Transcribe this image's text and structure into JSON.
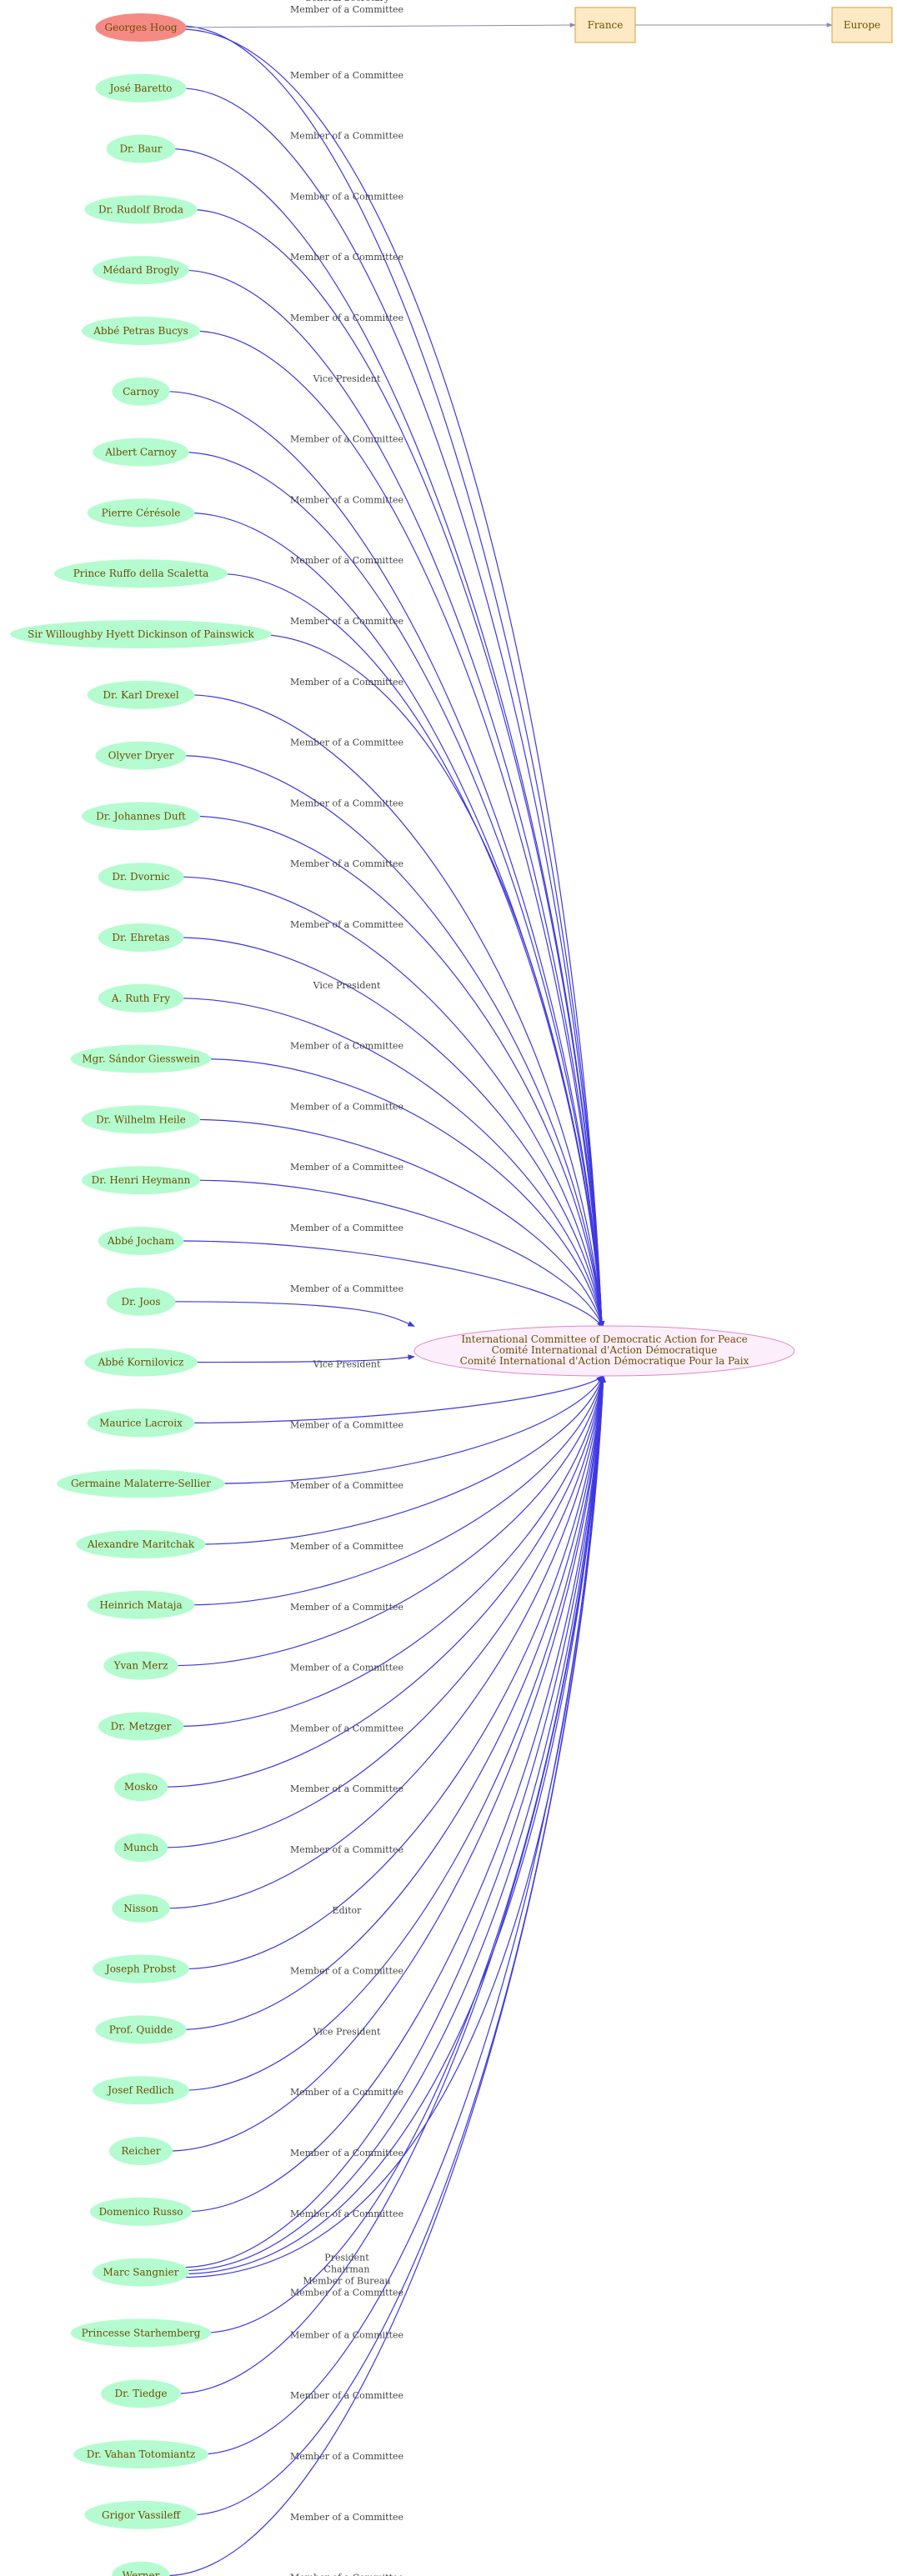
{
  "colors": {
    "person_fill": "#b4fcd0",
    "person_text": "#6b4e00",
    "highlight_fill": "#f58a84",
    "target_fill": "#fdeefb",
    "target_stroke": "#dd88c4",
    "target_text": "#6b4e00",
    "location_fill": "#fde9c4",
    "location_stroke": "#d4a044",
    "edge_membership": "#3d38e0",
    "edge_location": "#8a8ab0"
  },
  "target": {
    "lines": [
      "International Committee of Democratic Action for Peace",
      "Comité International d'Action Démocratique",
      "Comité International d'Action Démocratique Pour la Paix"
    ]
  },
  "locations": [
    {
      "id": "france",
      "label": "France"
    },
    {
      "id": "europe",
      "label": "Europe"
    }
  ],
  "location_edges": [
    {
      "from": "georges",
      "to": "france"
    },
    {
      "from": "france",
      "to": "europe"
    }
  ],
  "people": [
    {
      "id": "georges",
      "name": "Georges Hoog",
      "highlight": true,
      "roles": [
        "General Secretary",
        "Member of a Committee"
      ]
    },
    {
      "id": "baretto",
      "name": "José Baretto",
      "roles": [
        "Member of a Committee"
      ]
    },
    {
      "id": "baur",
      "name": "Dr. Baur",
      "roles": [
        "Member of a Committee"
      ]
    },
    {
      "id": "broda",
      "name": "Dr. Rudolf Broda",
      "roles": [
        "Member of a Committee"
      ]
    },
    {
      "id": "brogly",
      "name": "Médard Brogly",
      "roles": [
        "Member of a Committee"
      ]
    },
    {
      "id": "bucys",
      "name": "Abbé Petras Bucys",
      "roles": [
        "Member of a Committee"
      ]
    },
    {
      "id": "carnoy",
      "name": "Carnoy",
      "roles": [
        "Vice President"
      ]
    },
    {
      "id": "albert-carnoy",
      "name": "Albert Carnoy",
      "roles": [
        "Member of a Committee"
      ]
    },
    {
      "id": "ceresole",
      "name": "Pierre Cérésole",
      "roles": [
        "Member of a Committee"
      ]
    },
    {
      "id": "ruffo",
      "name": "Prince Ruffo della Scaletta",
      "roles": [
        "Member of a Committee"
      ]
    },
    {
      "id": "dickinson",
      "name": "Sir Willoughby Hyett Dickinson of Painswick",
      "roles": [
        "Member of a Committee"
      ]
    },
    {
      "id": "drexel",
      "name": "Dr. Karl Drexel",
      "roles": [
        "Member of a Committee"
      ]
    },
    {
      "id": "dryer",
      "name": "Olyver Dryer",
      "roles": [
        "Member of a Committee"
      ]
    },
    {
      "id": "duft",
      "name": "Dr. Johannes Duft",
      "roles": [
        "Member of a Committee"
      ]
    },
    {
      "id": "dvornic",
      "name": "Dr. Dvornic",
      "roles": [
        "Member of a Committee"
      ]
    },
    {
      "id": "ehretas",
      "name": "Dr. Ehretas",
      "roles": [
        "Member of a Committee"
      ]
    },
    {
      "id": "fry",
      "name": "A. Ruth Fry",
      "roles": [
        "Vice President"
      ]
    },
    {
      "id": "giesswein",
      "name": "Mgr. Sándor Giesswein",
      "roles": [
        "Member of a Committee"
      ]
    },
    {
      "id": "heile",
      "name": "Dr. Wilhelm Heile",
      "roles": [
        "Member of a Committee"
      ]
    },
    {
      "id": "heymann",
      "name": "Dr. Henri Heymann",
      "roles": [
        "Member of a Committee"
      ]
    },
    {
      "id": "jocham",
      "name": "Abbé Jocham",
      "roles": [
        "Member of a Committee"
      ]
    },
    {
      "id": "joos",
      "name": "Dr. Joos",
      "roles": [
        "Member of a Committee"
      ]
    },
    {
      "id": "kornilovicz",
      "name": "Abbé Kornilovicz",
      "roles": [
        "Vice President"
      ]
    },
    {
      "id": "lacroix",
      "name": "Maurice Lacroix",
      "roles": [
        "Member of a Committee"
      ]
    },
    {
      "id": "malaterre",
      "name": "Germaine Malaterre-Sellier",
      "roles": [
        "Member of a Committee"
      ]
    },
    {
      "id": "maritchak",
      "name": "Alexandre Maritchak",
      "roles": [
        "Member of a Committee"
      ]
    },
    {
      "id": "mataja",
      "name": "Heinrich Mataja",
      "roles": [
        "Member of a Committee"
      ]
    },
    {
      "id": "merz",
      "name": "Yvan Merz",
      "roles": [
        "Member of a Committee"
      ]
    },
    {
      "id": "metzger",
      "name": "Dr. Metzger",
      "roles": [
        "Member of a Committee"
      ]
    },
    {
      "id": "mosko",
      "name": "Mosko",
      "roles": [
        "Member of a Committee"
      ]
    },
    {
      "id": "munch",
      "name": "Munch",
      "roles": [
        "Member of a Committee"
      ]
    },
    {
      "id": "nisson",
      "name": "Nisson",
      "roles": [
        "Editor"
      ]
    },
    {
      "id": "probst",
      "name": "Joseph Probst",
      "roles": [
        "Member of a Committee"
      ]
    },
    {
      "id": "quidde",
      "name": "Prof. Quidde",
      "roles": [
        "Vice President"
      ]
    },
    {
      "id": "redlich",
      "name": "Josef Redlich",
      "roles": [
        "Member of a Committee"
      ]
    },
    {
      "id": "reicher",
      "name": "Reicher",
      "roles": [
        "Member of a Committee"
      ]
    },
    {
      "id": "russo",
      "name": "Domenico Russo",
      "roles": [
        "Member of a Committee"
      ]
    },
    {
      "id": "sangnier",
      "name": "Marc Sangnier",
      "roles": [
        "President",
        "Chairman",
        "Member of Bureau",
        "Member of a Committee"
      ]
    },
    {
      "id": "starhemberg",
      "name": "Princesse Starhemberg",
      "roles": [
        "Member of a Committee"
      ]
    },
    {
      "id": "tiedge",
      "name": "Dr. Tiedge",
      "roles": [
        "Member of a Committee"
      ]
    },
    {
      "id": "totomiantz",
      "name": "Dr. Vahan Totomiantz",
      "roles": [
        "Member of a Committee"
      ]
    },
    {
      "id": "vassileff",
      "name": "Grigor Vassileff",
      "roles": [
        "Member of a Committee"
      ]
    },
    {
      "id": "werner",
      "name": "Werner",
      "roles": [
        "Member of a Committee"
      ]
    }
  ]
}
